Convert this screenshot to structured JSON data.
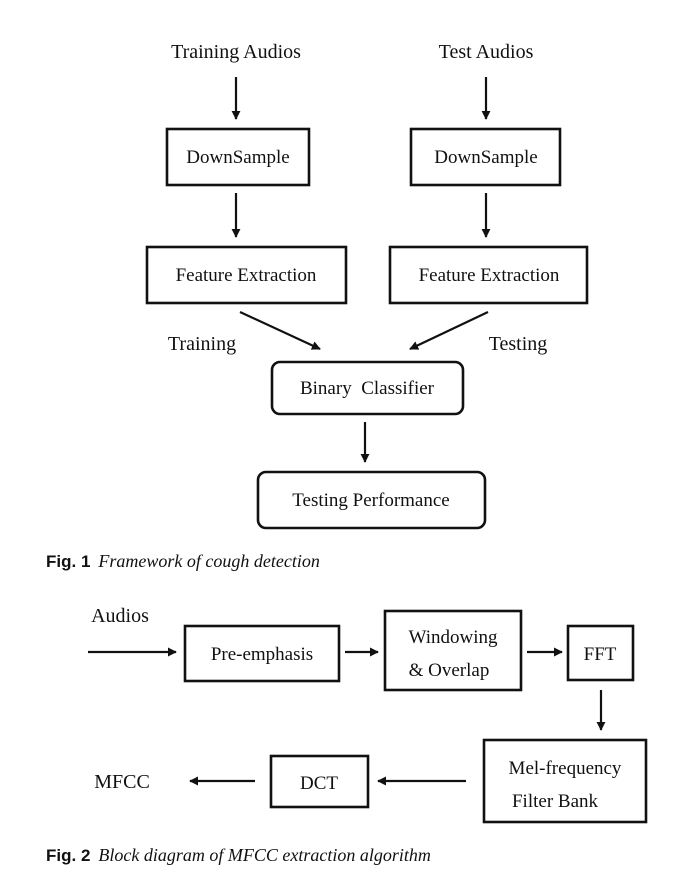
{
  "fig1": {
    "labels": {
      "training_audios": "Training Audios",
      "test_audios": "Test Audios",
      "training": "Training",
      "testing": "Testing"
    },
    "boxes": {
      "downsample_left": "DownSample",
      "downsample_right": "DownSample",
      "feature_left": "Feature Extraction",
      "feature_right": "Feature Extraction",
      "binary_classifier": "Binary  Classifier",
      "testing_performance": "Testing Performance"
    },
    "caption": {
      "number": "Fig. 1",
      "text": "Framework of cough detection"
    }
  },
  "fig2": {
    "labels": {
      "audios": "Audios",
      "mfcc": "MFCC"
    },
    "boxes": {
      "pre_emphasis": "Pre-emphasis",
      "windowing_line1": "Windowing",
      "windowing_line2": "& Overlap",
      "fft": "FFT",
      "mel_line1": "Mel-frequency",
      "mel_line2": "Filter Bank",
      "dct": "DCT"
    },
    "caption": {
      "number": "Fig. 2",
      "text": "Block diagram of MFCC extraction algorithm"
    }
  }
}
